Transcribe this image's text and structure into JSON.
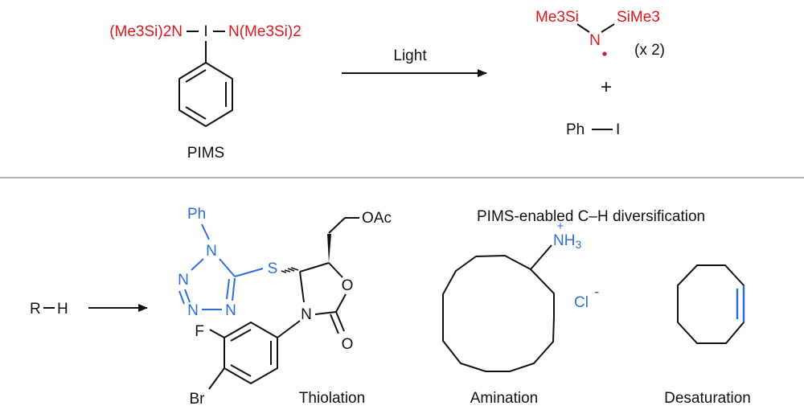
{
  "colors": {
    "red": "#d7191c",
    "blue": "#2e6fd6",
    "black": "#111111",
    "divider": "#9a9a9a"
  },
  "top": {
    "reagent_left_group": "(Me3Si)2N",
    "reagent_iodine": "I",
    "reagent_right_group": "N(Me3Si)2",
    "reagent_name": "PIMS",
    "arrow_label": "Light",
    "radical_left": "Me3Si",
    "radical_n": "N",
    "radical_right": "SiMe3",
    "multiplier": "(x 2)",
    "plus": "+",
    "byproduct_ph": "Ph",
    "byproduct_i": "I"
  },
  "bottom": {
    "heading": "PIMS-enabled C–H diversification",
    "substrate": "R",
    "substrate_h": "H",
    "thiolation": {
      "label": "Thiolation",
      "ph": "Ph",
      "n1": "N",
      "n2": "N",
      "n3": "N",
      "n4": "N",
      "s": "S",
      "oac": "OAc",
      "o_ring": "O",
      "n_ring": "N",
      "o_carbonyl": "O",
      "f": "F",
      "br": "Br"
    },
    "amination": {
      "label": "Amination",
      "nh3": "NH3",
      "plus": "+",
      "cl": "Cl",
      "minus": "-"
    },
    "desaturation": {
      "label": "Desaturation"
    }
  }
}
